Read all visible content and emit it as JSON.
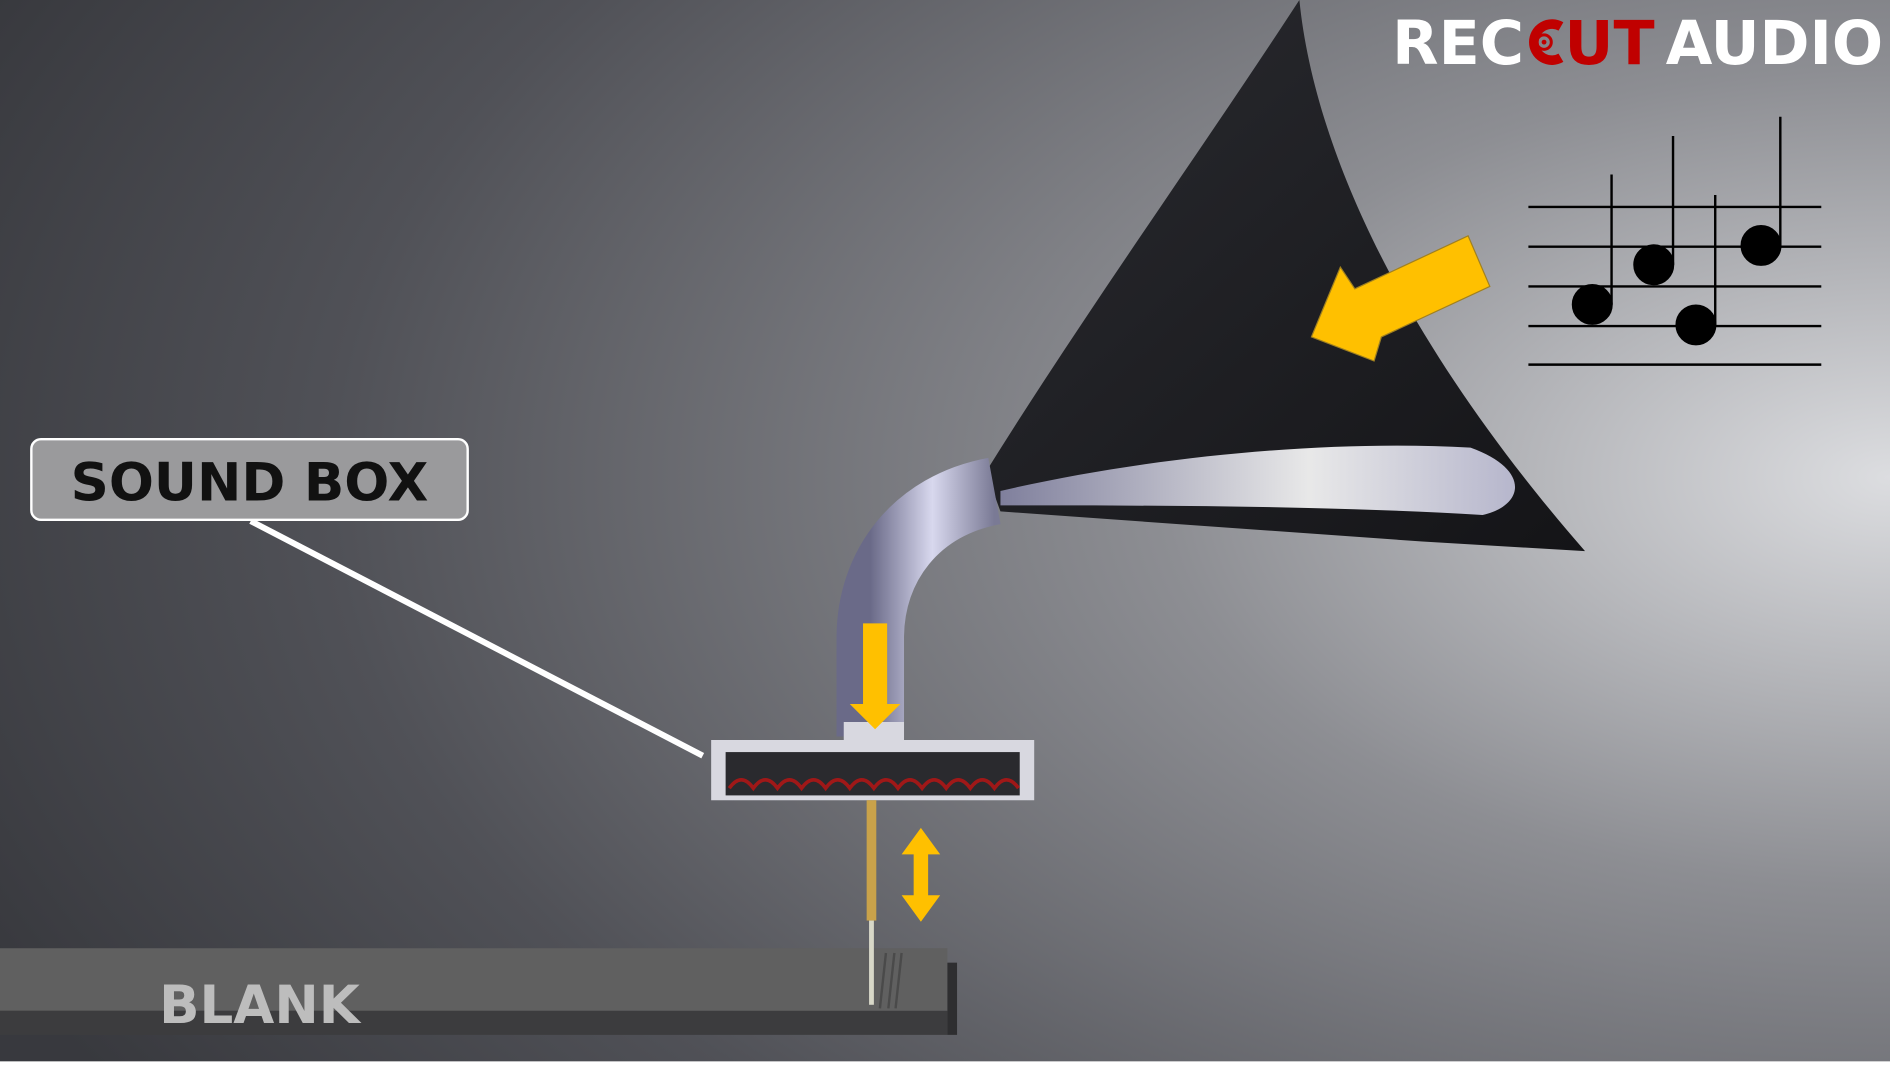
{
  "logo": {
    "part1": "REC",
    "part2": "UT",
    "part3": "AUDIO",
    "accent_color": "#c00000"
  },
  "labels": {
    "sound_box": "SOUND BOX",
    "blank": "BLANK"
  },
  "colors": {
    "arrow": "#ffc000",
    "background_dark": "#3a3b40",
    "background_light": "#d6d7da"
  }
}
